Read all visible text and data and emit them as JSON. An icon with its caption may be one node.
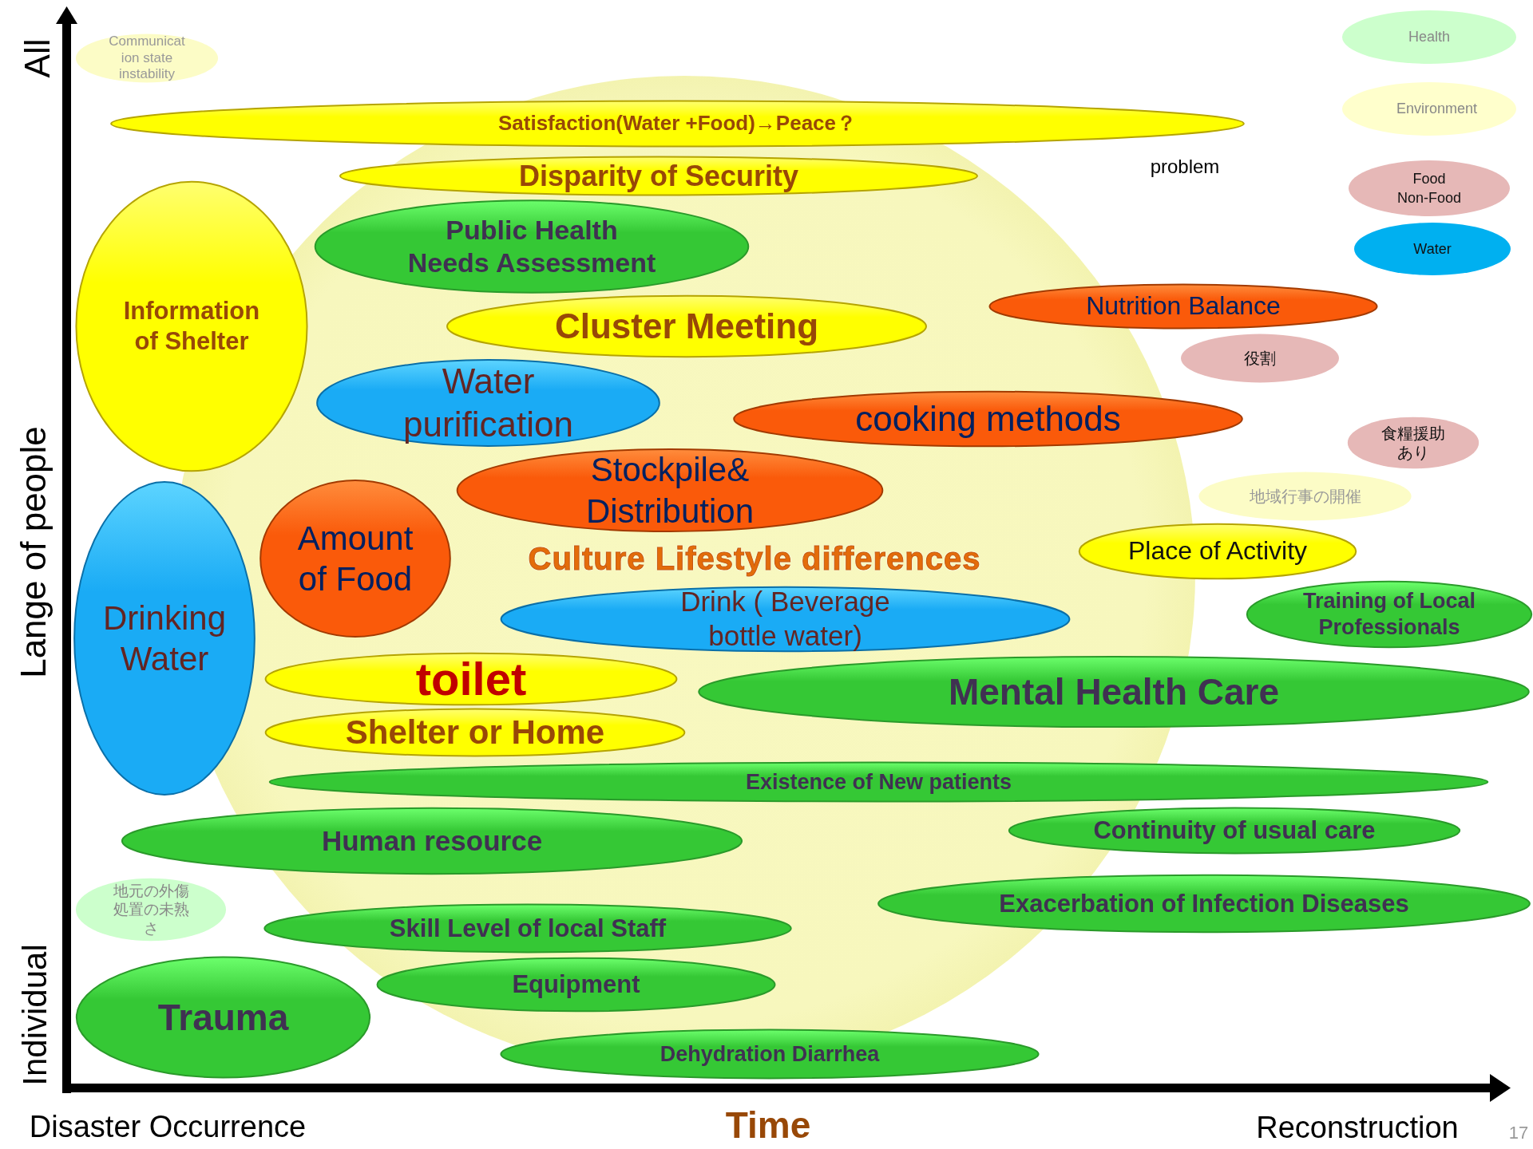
{
  "diagram": {
    "nodes": [
      {
        "text": [
          "Communication state instability"
        ]
      },
      {
        "text": [
          "Satisfaction(Water +Food)→Peace？"
        ]
      },
      {
        "text": [
          "Disparity of Security"
        ]
      },
      {
        "text": [
          "Information of Shelter"
        ]
      },
      {
        "text": [
          "Public Health Needs Assessment"
        ]
      },
      {
        "text": [
          "Cluster Meeting"
        ]
      },
      {
        "text": [
          "Nutrition Balance"
        ]
      },
      {
        "text": [
          "役割"
        ]
      },
      {
        "text": [
          "Water purification"
        ]
      },
      {
        "text": [
          "cooking methods"
        ]
      },
      {
        "text": [
          "食糧援助あり"
        ]
      },
      {
        "text": [
          "Stockpile& Distribution"
        ]
      },
      {
        "text": [
          "地域行事の開催"
        ]
      },
      {
        "text": [
          "Amount of Food"
        ]
      },
      {
        "text": [
          "Training of Local Professionals"
        ]
      },
      {
        "text": [
          "Place of Activity"
        ]
      },
      {
        "text": [
          "Drink ( Beverage bottle water)"
        ]
      },
      {
        "text": [
          "Drinking Water"
        ]
      },
      {
        "text": [
          "toilet"
        ]
      },
      {
        "text": [
          "Mental Health Care"
        ]
      },
      {
        "text": [
          "Shelter or Home"
        ]
      },
      {
        "text": [
          "Existence of New patients"
        ]
      },
      {
        "text": [
          "Continuity of usual care"
        ]
      },
      {
        "text": [
          "Human resource"
        ]
      },
      {
        "text": [
          "地元の外傷処置の未熟さ"
        ]
      },
      {
        "text": [
          "Exacerbation of Infection Diseases"
        ]
      },
      {
        "text": [
          "Skill Level of local Staff"
        ]
      },
      {
        "text": [
          "Trauma"
        ]
      },
      {
        "text": [
          "Equipment"
        ]
      },
      {
        "text": [
          "Dehydration Diarrhea"
        ]
      }
    ],
    "labels": [
      "All",
      "problem",
      "Culture Lifestyle differences",
      "Lange of people",
      "Individual",
      "Disaster Occurrence",
      "Time",
      "Reconstruction",
      "17"
    ],
    "legend": [
      {
        "text": "Health",
        "color": "#ccffcc"
      },
      {
        "text": "Environment",
        "color": "#ffffcc"
      },
      {
        "text": "Food Non-Food",
        "color": "#e6b8b7"
      },
      {
        "text": "Water",
        "color": "#00b0f0"
      }
    ]
  }
}
